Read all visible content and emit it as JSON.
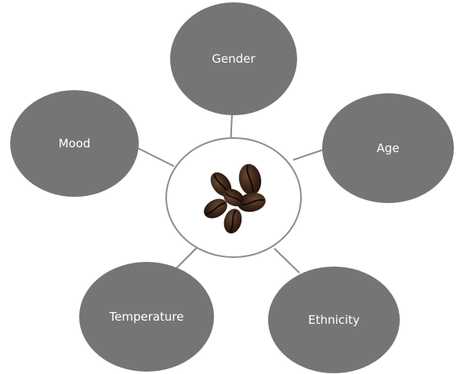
{
  "diagram": {
    "center_image": "coffee-beans",
    "nodes": {
      "gender": "Gender",
      "mood": "Mood",
      "age": "Age",
      "temperature": "Temperature",
      "ethnicity": "Ethnicity"
    }
  },
  "colors": {
    "node_fill": "#757575",
    "connector": "#8a8a8a",
    "center_fill": "#ffffff",
    "center_stroke": "#8c8c8c",
    "label": "#ffffff"
  }
}
